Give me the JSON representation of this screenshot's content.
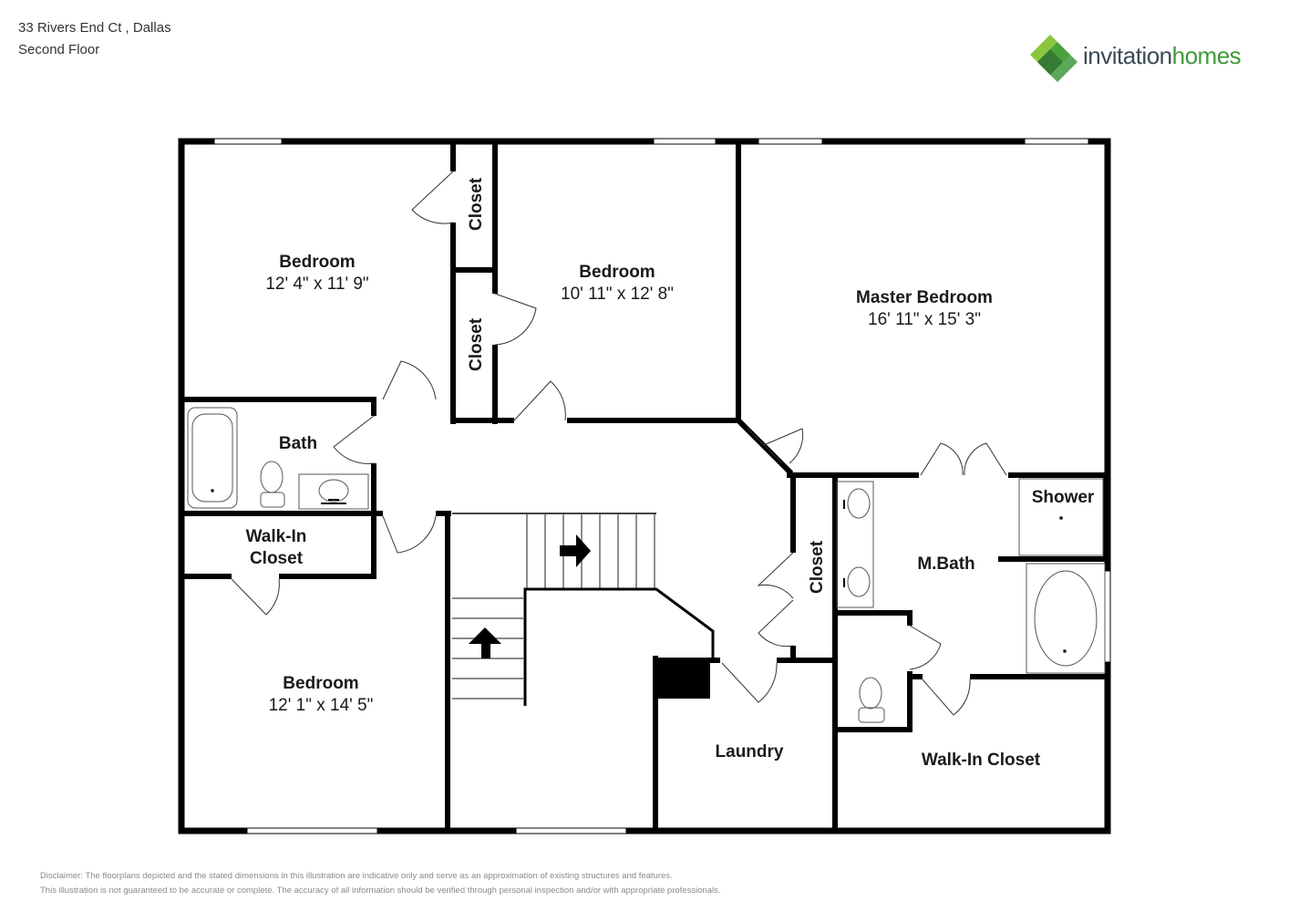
{
  "header": {
    "address": "33 Rivers End Ct , Dallas",
    "floor": "Second Floor"
  },
  "brand": {
    "name_part1": "invitation",
    "name_part2": "homes",
    "colors": {
      "text_dark": "#3a4a55",
      "green": "#3f9a3c",
      "light_green": "#8cc63f"
    }
  },
  "rooms": {
    "bedroom_nw": {
      "name": "Bedroom",
      "dims": "12' 4\" x 11' 9\""
    },
    "bedroom_mid": {
      "name": "Bedroom",
      "dims": "10' 11\" x 12' 8\""
    },
    "master_bedroom": {
      "name": "Master Bedroom",
      "dims": "16' 11\" x 15' 3\""
    },
    "closet_1": {
      "name": "Closet"
    },
    "closet_2": {
      "name": "Closet"
    },
    "closet_3": {
      "name": "Closet"
    },
    "bath": {
      "name": "Bath"
    },
    "walkin_closet_w": {
      "line1": "Walk-In",
      "line2": "Closet"
    },
    "bedroom_sw": {
      "name": "Bedroom",
      "dims": "12' 1\" x 14' 5\""
    },
    "shower": {
      "name": "Shower"
    },
    "mbath": {
      "name": "M.Bath"
    },
    "laundry": {
      "name": "Laundry"
    },
    "walkin_closet_e": {
      "name": "Walk-In Closet"
    }
  },
  "disclaimer": {
    "line1": "Disclaimer: The floorplans depicted and the stated dimensions in this illustration are indicative only and serve as an approximation of existing structures and features.",
    "line2": "This illustration is not guaranteed to be accurate or complete. The accuracy of all information should be verified through personal inspection and/or with appropriate professionals."
  }
}
